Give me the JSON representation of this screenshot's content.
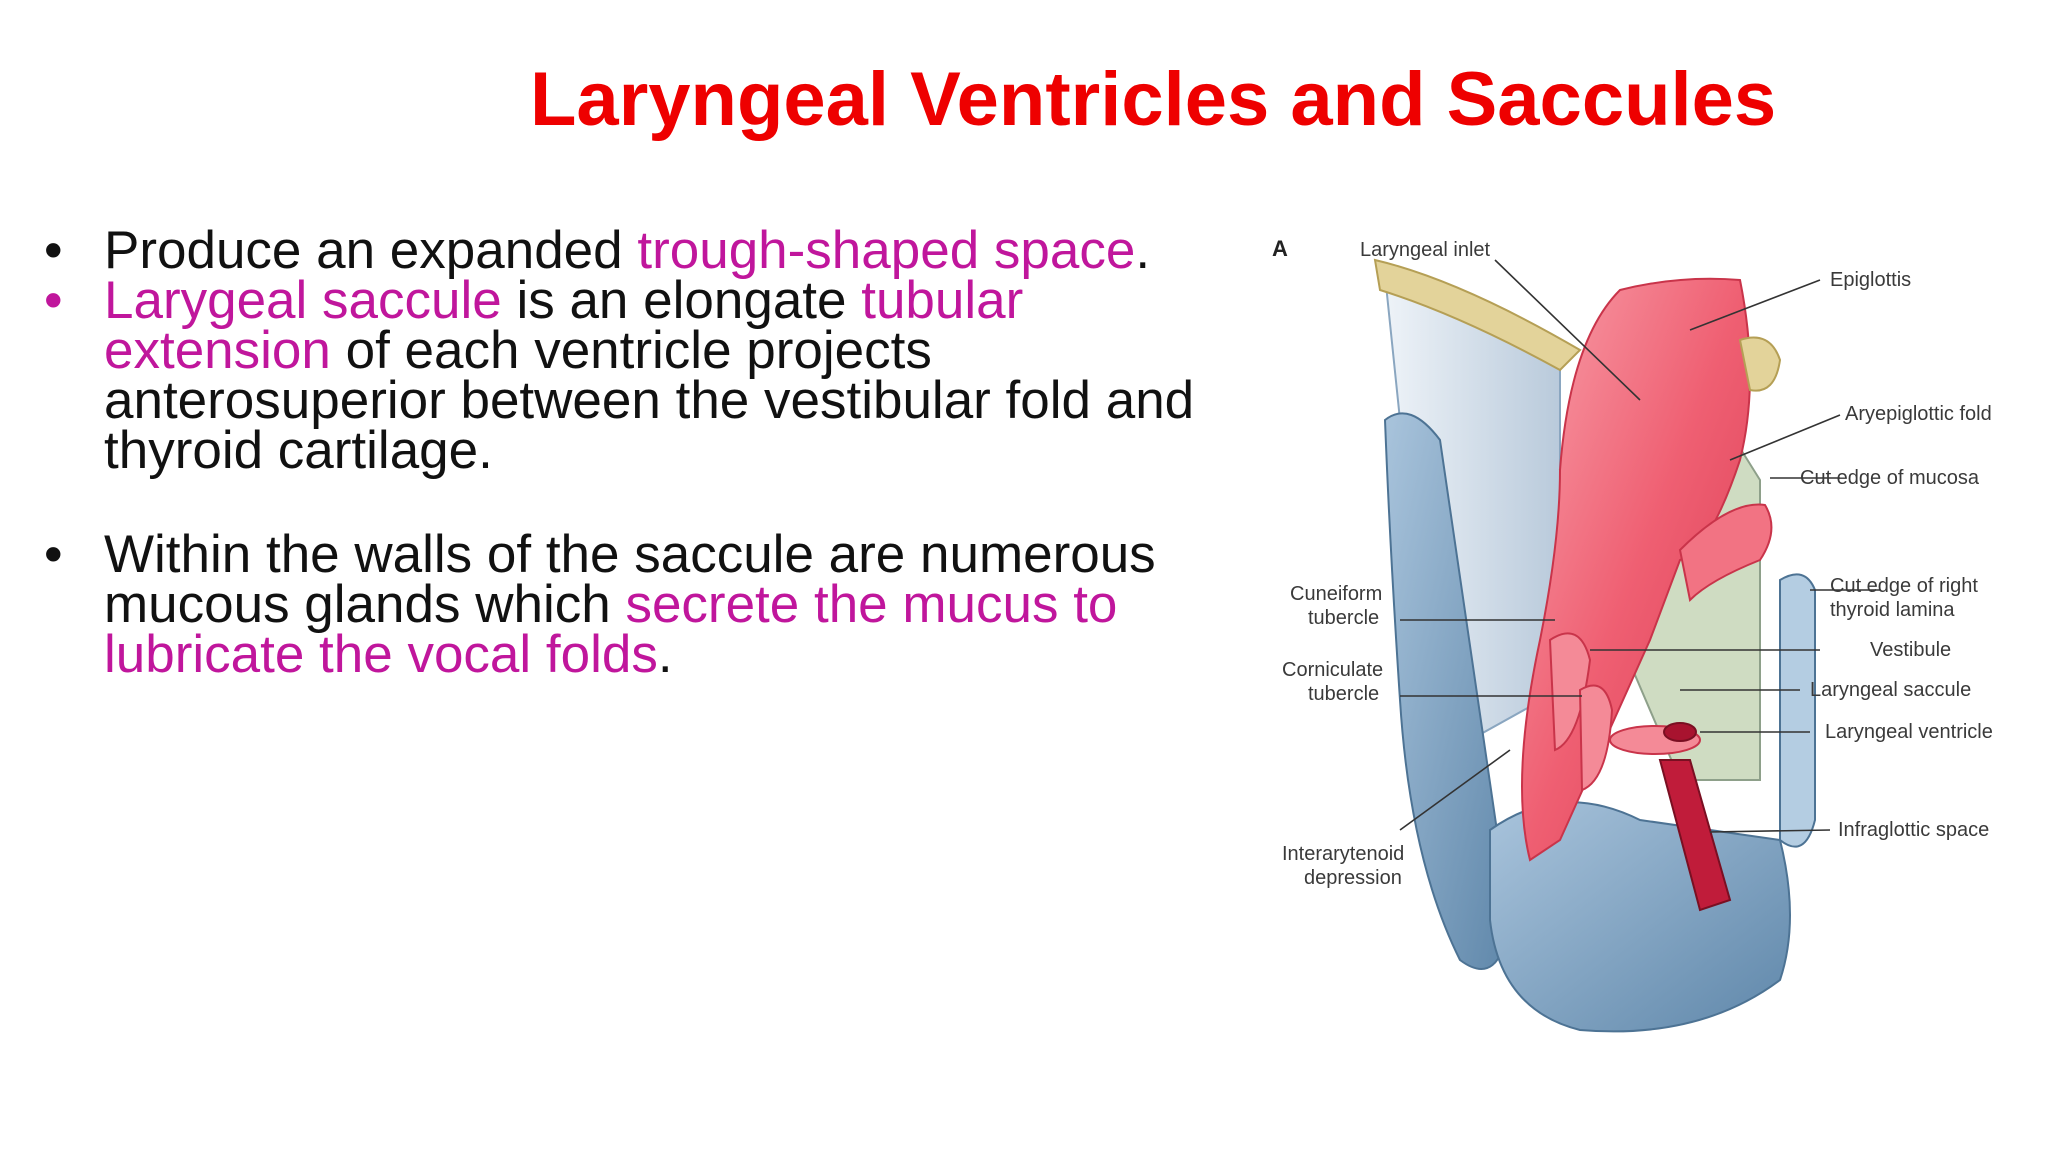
{
  "slide": {
    "title": "Laryngeal Ventricles and Saccules"
  },
  "bullets": [
    {
      "marker": "•",
      "marker_color": "#111111",
      "segments": [
        {
          "text": "Produce an expanded ",
          "highlight": false
        },
        {
          "text": "trough-shaped space",
          "highlight": true
        },
        {
          "text": ".",
          "highlight": false
        }
      ]
    },
    {
      "marker": "•",
      "marker_color": "#c0169c",
      "segments": [
        {
          "text": "Larygeal saccule",
          "highlight": true
        },
        {
          "text": " is an elongate ",
          "highlight": false
        },
        {
          "text": "tubular extension",
          "highlight": true
        },
        {
          "text": " of each ventricle projects anterosuperior between the vestibular fold and thyroid cartilage.",
          "highlight": false
        }
      ]
    },
    {
      "marker": "•",
      "marker_color": "#111111",
      "segments": [
        {
          "text": "Within the walls of the saccule are numerous mucous glands which ",
          "highlight": false
        },
        {
          "text": "secrete the mucus to lubricate the vocal folds",
          "highlight": true
        },
        {
          "text": ".",
          "highlight": false
        }
      ]
    }
  ],
  "figure": {
    "panel_letter": "A",
    "labels": {
      "laryngeal_inlet": "Laryngeal inlet",
      "epiglottis": "Epiglottis",
      "aryepiglottic_fold": "Aryepiglottic fold",
      "cut_edge_mucosa": "Cut edge of mucosa",
      "cut_edge_right_1": "Cut edge of right",
      "cut_edge_right_2": "thyroid lamina",
      "vestibule": "Vestibule",
      "laryngeal_saccule": "Laryngeal saccule",
      "laryngeal_ventricle": "Laryngeal ventricle",
      "infraglottic_space": "Infraglottic space",
      "cuneiform_1": "Cuneiform",
      "cuneiform_2": "tubercle",
      "corniculate_1": "Corniculate",
      "corniculate_2": "tubercle",
      "interarytenoid_1": "Interarytenoid",
      "interarytenoid_2": "depression"
    }
  },
  "colors": {
    "title": "#ee0000",
    "body_text": "#111111",
    "highlight": "#c0169c",
    "mucosa": "#f06677",
    "cartilage": "#7fa3c3",
    "ligament": "#d6e1ec"
  }
}
